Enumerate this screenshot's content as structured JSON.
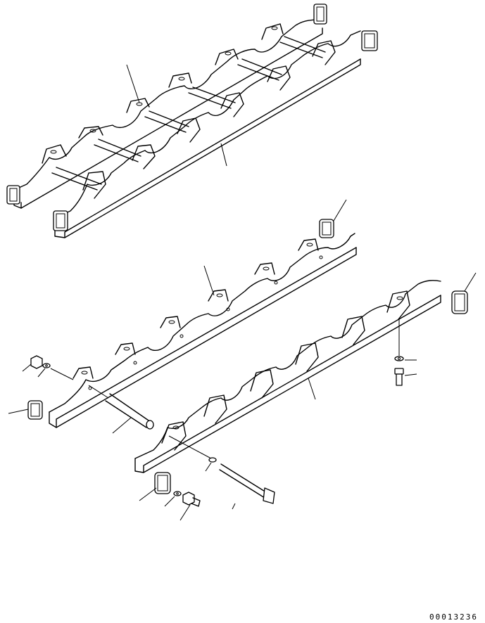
{
  "drawing": {
    "code": "00013236",
    "colors": {
      "line": "#000000",
      "background": "#ffffff"
    },
    "parts": [
      "assembled-guard-pair",
      "upper-guard-rail",
      "lower-guard-rail",
      "cross-pipe",
      "long-bolt",
      "end-cap",
      "bolt",
      "nut",
      "washer"
    ]
  }
}
